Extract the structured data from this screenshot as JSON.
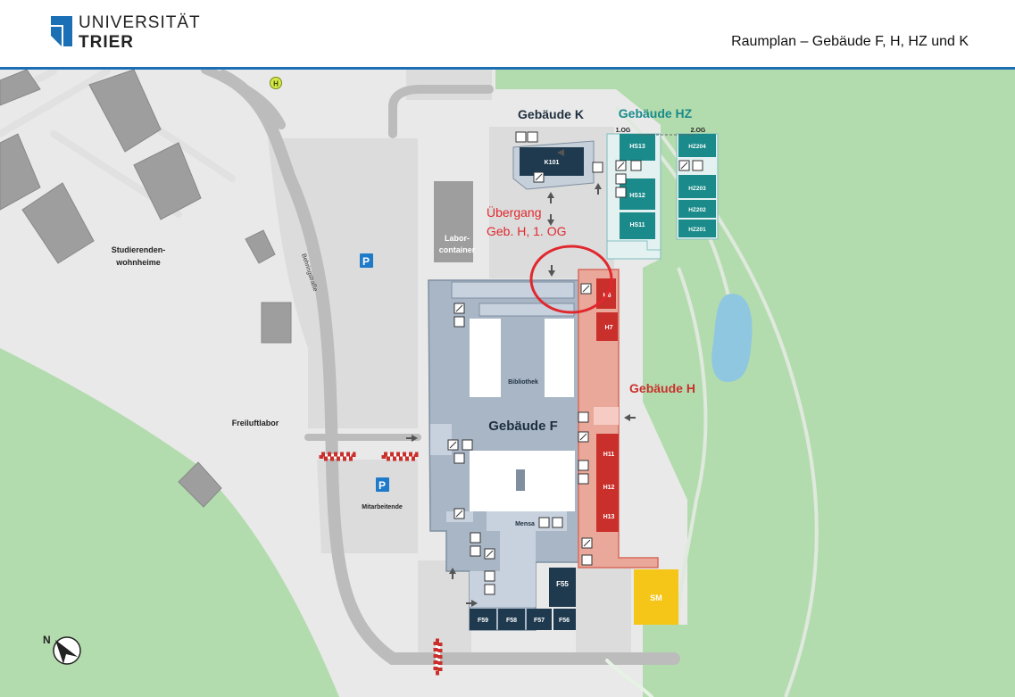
{
  "header": {
    "logo_line1": "UNIVERSITÄT",
    "logo_line2": "TRIER",
    "title": "Raumplan – Gebäude F, H, HZ und K"
  },
  "colors": {
    "brand_blue": "#1a6fb5",
    "grass": "#b3dcae",
    "building_f": "#a8b6c6",
    "building_h": "#e9a89a",
    "building_h_rooms": "#c9302c",
    "building_hz": "#1a8a8a",
    "building_k": "#1f3a4f",
    "highlight_red": "#e0282e",
    "sm_yellow": "#f5c518",
    "parking_blue": "#1f7ac9"
  },
  "labels": {
    "gebaeude_k": "Gebäude K",
    "gebaeude_hz": "Gebäude HZ",
    "gebaeude_f": "Gebäude F",
    "gebaeude_h": "Gebäude H",
    "og1": "1.OG",
    "og2": "2.OG",
    "uebergang_line1": "Übergang",
    "uebergang_line2": "Geb. H, 1. OG",
    "labor_line1": "Labor-",
    "labor_line2": "container",
    "studierenden_line1": "Studierenden-",
    "studierenden_line2": "wohnheime",
    "freiluftlabor": "Freiluftlabor",
    "mitarbeitende": "Mitarbeitende",
    "bibliothek": "Bibliothek",
    "mensa": "Mensa",
    "strasse": "Behringstraße",
    "parking": "P",
    "bus_stop": "H",
    "north": "N"
  },
  "rooms": {
    "k": [
      "K101"
    ],
    "hz_1og": [
      "HS13",
      "HS12",
      "HS11"
    ],
    "hz_2og": [
      "HZ204",
      "HZ203",
      "HZ202",
      "HZ201"
    ],
    "h": [
      "H6",
      "H7",
      "H11",
      "H12",
      "H13"
    ],
    "f": [
      "F55",
      "F59",
      "F58",
      "F57",
      "F56"
    ],
    "sm": "SM"
  }
}
